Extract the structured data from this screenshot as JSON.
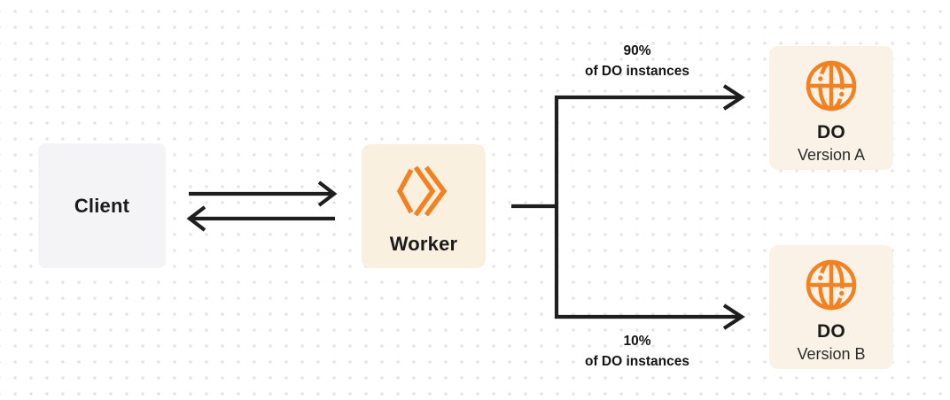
{
  "colors": {
    "orange": "#F48120",
    "line": "#1E1E1E",
    "text": "#1B1B1B",
    "client_bg": "#F4F4F6",
    "worker_bg": "#FAF0E0",
    "do_bg": "#FAF2E6",
    "dot_grid": "#E3E3E3"
  },
  "nodes": {
    "client": {
      "label": "Client"
    },
    "worker": {
      "label": "Worker",
      "icon": "workers-double-chevron-icon"
    },
    "do_version_a": {
      "title": "DO",
      "subtitle": "Version A",
      "icon": "globe-icon"
    },
    "do_version_b": {
      "title": "DO",
      "subtitle": "Version B",
      "icon": "globe-icon"
    }
  },
  "edges": {
    "client_worker": {
      "direction": "bidirectional"
    },
    "worker_do_a": {
      "percent": "90%",
      "caption": "of DO instances"
    },
    "worker_do_b": {
      "percent": "10%",
      "caption": "of DO instances"
    }
  }
}
